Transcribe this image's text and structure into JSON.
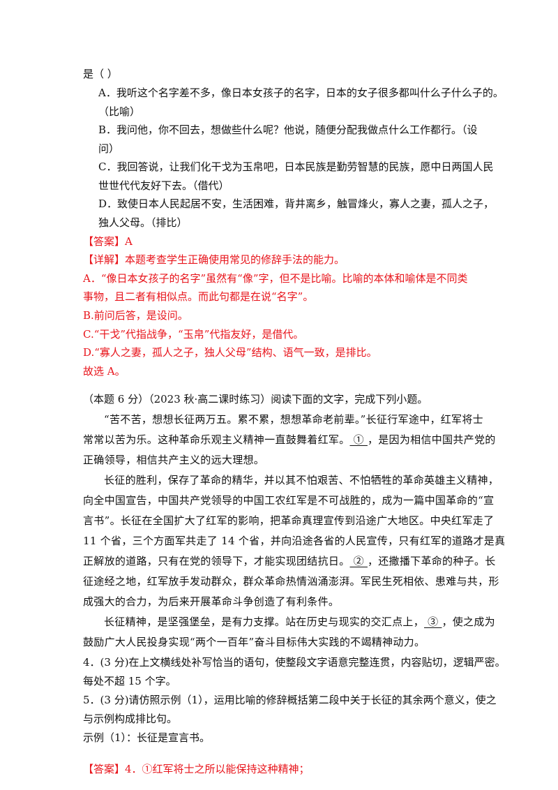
{
  "q3": {
    "stem_end": "是（    ）",
    "options": [
      {
        "l1": "A．我听这个名字差不多，像日本女孩子的名字，日本的女子很多都叫什么子什么子的。",
        "l2": "（比喻）"
      },
      {
        "l1": "B．我问他，你不回去，想做些什么呢？他说，随便分配我做点什么工作都行。（设",
        "l2": "问）"
      },
      {
        "l1": "C．我回答说，让我们化干戈为玉帛吧，日本民族是勤劳智慧的民族，愿中日两国人民",
        "l2": "世世代代友好下去。（借代）"
      },
      {
        "l1": "D．致使日本人民起居不安，生活困难，背井离乡，触冒烽火，寡人之妻，孤人之子，",
        "l2": "独人父母。（排比）"
      }
    ],
    "answer_tag": "【答案】",
    "answer_val": "A",
    "detail_tag": "【详解】",
    "detail_text": "本题考查学生正确使用常见的修辞手法的能力。",
    "analysis": [
      "A．“像日本女孩子的名字”虽然有“像”字，但不是比喻。比喻的本体和喻体是不同类",
      "事物，且二者有相似点。而此句都是在说“名字”。",
      "B.前问后答，是设问。",
      "C.“干戈”代指战争，“玉帛”代指友好，是借代。",
      "D.“寡人之妻，孤人之子，独人父母”结构、语气一致，是排比。",
      "故选 A。"
    ]
  },
  "passage": {
    "header": "（本题 6 分）（2023 秋·高二课时练习）阅读下面的文字，完成下列小题。",
    "p1a": "“苦不苦，想想长征两万五。累不累，想想革命老前辈。”长征行军途中，红军将士",
    "p1b_pre": "常常以苦为乐。这种革命乐观主义精神一直鼓舞着红军。",
    "blank1": "  ①  ",
    "p1b_post": "，是因为相信中国共产党的",
    "p1c": "正确领导，相信共产主义的远大理想。",
    "p2a": "长征的胜利，保存了革命的精华，并以其不怕艰苦、不怕牺牲的革命英雄主义精神，",
    "p2b": "向全中国宣告，中国共产党领导的中国工农红军是不可战胜的，成为一篇中国革命的“宣",
    "p2c": "言书”。长征在全国扩大了红军的影响，把革命真理宣传到沿途广大地区。中央红军走了",
    "p2d": "11 个省，三个方面军共走了 14 个省，并向沿途各省的人民宣传，只有红军的道路才是真",
    "p2e_pre": "正解放的道路，只有在党的领导下，才能实现团结抗日。",
    "blank2": "  ②  ",
    "p2e_post": "，还撒播下革命的种子。长",
    "p2f": "征途经之地，红军放手发动群众，群众革命热情汹涌澎湃。军民生死相依、患难与共，形",
    "p2g": "成强大的合力，为后来开展革命斗争创造了有利条件。",
    "p3a_pre": "长征精神，是坚强堡垒，是有力支撑。站在历史与现实的交汇点上，",
    "blank3": "  ③  ",
    "p3a_post": "，使之成为",
    "p3b": "鼓励广大人民投身实现“两个一百年”奋斗目标伟大实践的不竭精神动力。"
  },
  "q4": {
    "l1": "4．(3 分)在上文横线处补写恰当的语句，使整段文字语意完整连贯，内容贴切，逻辑严密。",
    "l2": "每处不超 15 个字。"
  },
  "q5": {
    "l1": "5．(3 分)请仿照示例（1），运用比喻的修辞概括第二段中关于长征的其余两个意义，使之",
    "l2": "与示例构成排比句。",
    "l3": "示例（1）：长征是宣言书。"
  },
  "answer2": {
    "tag": "【答案】",
    "text": "4．①红军将士之所以能保持这种精神；"
  }
}
